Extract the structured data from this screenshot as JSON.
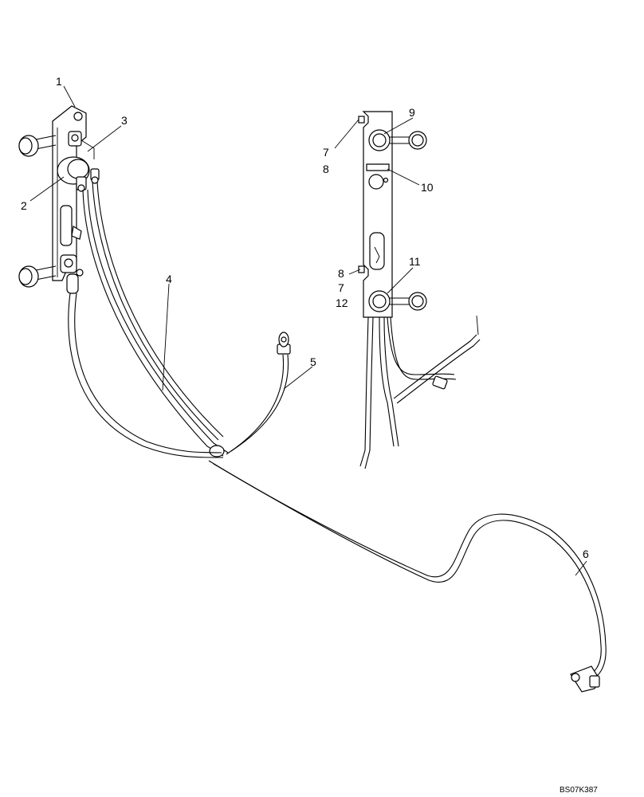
{
  "callouts": {
    "c1": "1",
    "c2": "2",
    "c3": "3",
    "c4": "4",
    "c5": "5",
    "c6": "6",
    "c7a": "7",
    "c8a": "8",
    "c9": "9",
    "c10": "10",
    "c11": "11",
    "c8b": "8",
    "c7b": "7",
    "c12": "12"
  },
  "drawing_code": "BS07K387"
}
